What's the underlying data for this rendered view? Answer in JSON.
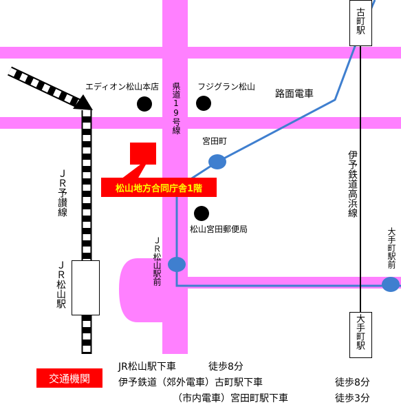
{
  "roads": {
    "route19": "県道19号線"
  },
  "landmarks": {
    "edion": "エディオン松山本店",
    "fujigrand": "フジグラン松山",
    "post_office": "松山宮田郵便局"
  },
  "tram": {
    "label": "路面電車"
  },
  "stations": {
    "miyatamachi": "宮田町",
    "jr_matsuyama_ekimae": "ＪＲ松山駅前",
    "okaido": "大手町駅前",
    "komachi": "古町駅",
    "otemachi": "大手町駅",
    "jr_matsuyama": "ＪＲ松山駅"
  },
  "rail_lines": {
    "jr_yosan": "ＪＲ予讃線",
    "iyo_takahama": "伊予鉄道高浜線"
  },
  "office": {
    "label": "松山地方合同庁舎1階"
  },
  "transport": {
    "badge": "交通機関",
    "line1_a": "JR松山駅下車",
    "line1_b": "徒歩8分",
    "line2_a": "伊予鉄道（郊外電車）古町駅下車",
    "line2_b": "徒歩8分",
    "line3_a": "（市内電車）宮田町駅下車",
    "line3_b": "徒歩3分"
  },
  "colors": {
    "road": "#ff80ff",
    "tram": "#3f7fcf",
    "stop": "#3f7fcf",
    "office": "#ff0000",
    "label_text": "#ffff00"
  }
}
